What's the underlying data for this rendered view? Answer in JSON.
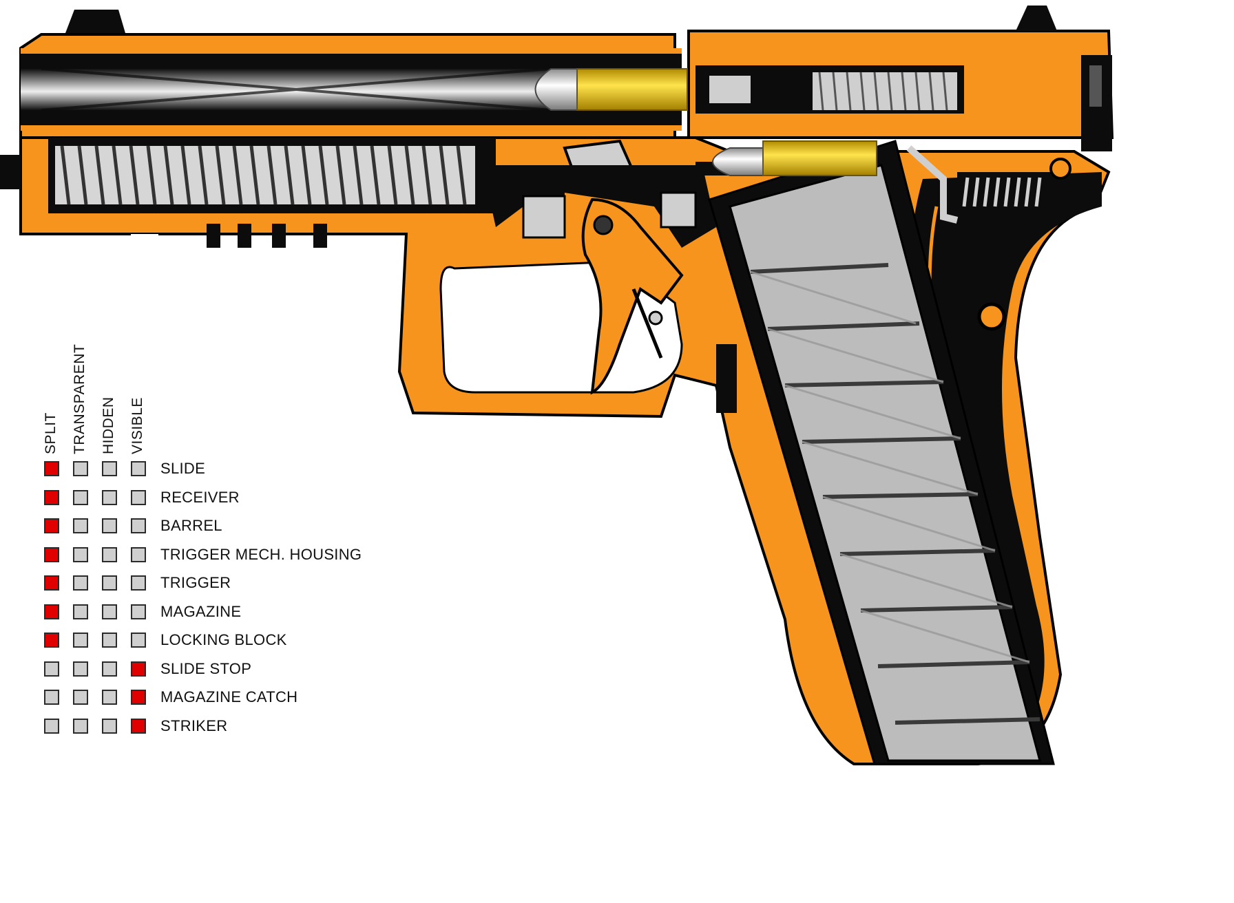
{
  "legend": {
    "columns": [
      {
        "key": "split",
        "label": "SPLIT"
      },
      {
        "key": "transparent",
        "label": "TRANSPARENT"
      },
      {
        "key": "hidden",
        "label": "HIDDEN"
      },
      {
        "key": "visible",
        "label": "VISIBLE"
      }
    ],
    "rows": [
      {
        "label": "SLIDE",
        "selected": "split"
      },
      {
        "label": "RECEIVER",
        "selected": "split"
      },
      {
        "label": "BARREL",
        "selected": "split"
      },
      {
        "label": "TRIGGER MECH. HOUSING",
        "selected": "split"
      },
      {
        "label": "TRIGGER",
        "selected": "split"
      },
      {
        "label": "MAGAZINE",
        "selected": "split"
      },
      {
        "label": "LOCKING BLOCK",
        "selected": "split"
      },
      {
        "label": "SLIDE STOP",
        "selected": "visible"
      },
      {
        "label": "MAGAZINE CATCH",
        "selected": "visible"
      },
      {
        "label": "STRIKER",
        "selected": "visible"
      }
    ]
  },
  "colors": {
    "frame": "#f7941d",
    "steel": "#0c0c0c",
    "parts": "#c8c8c8",
    "brass": "#f2c200",
    "bullet": "#d9d9d9",
    "active": "#e00000",
    "inactive": "#cfcfcf"
  }
}
